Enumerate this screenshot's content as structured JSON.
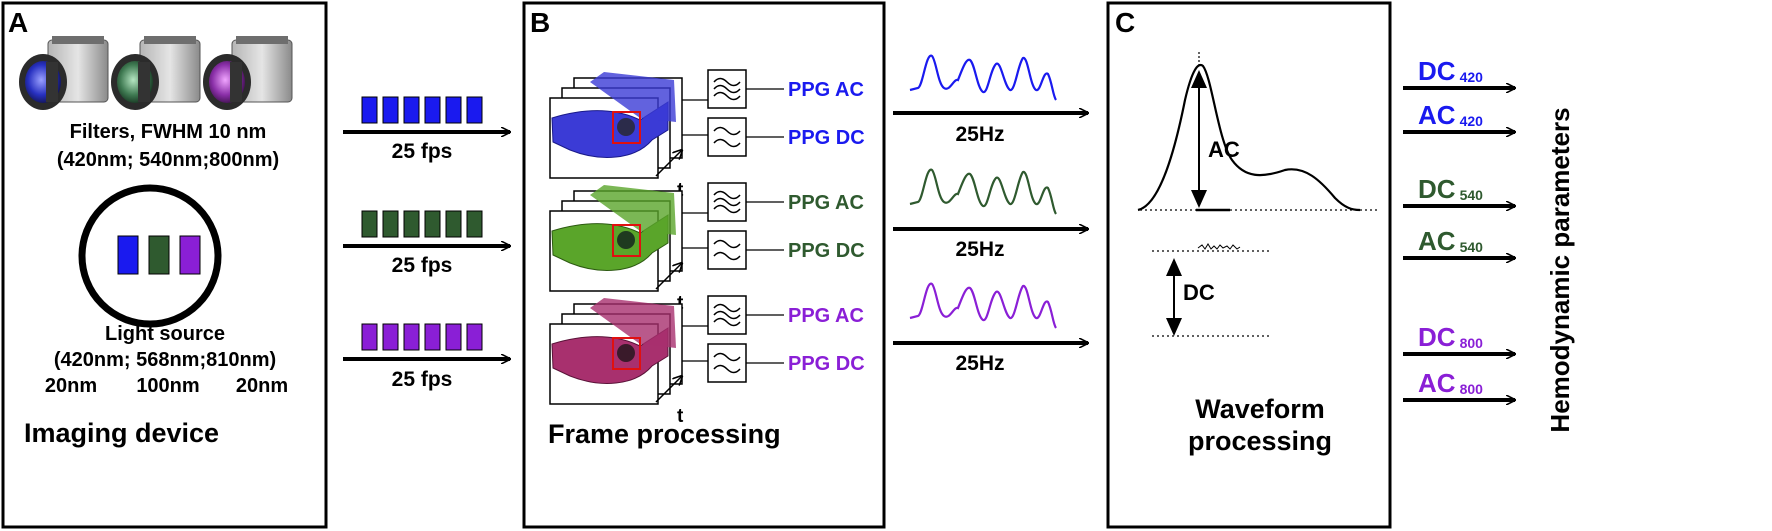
{
  "panel_a": {
    "letter": "A",
    "filters_line1": "Filters, FWHM 10 nm",
    "filters_line2": "(420nm; 540nm;800nm)",
    "light_line1": "Light source",
    "light_line2": "(420nm; 568nm;810nm)",
    "light_bw1": "20nm",
    "light_bw2": "100nm",
    "light_bw3": "20nm",
    "title": "Imaging device"
  },
  "fps_label": "25 fps",
  "panel_b": {
    "letter": "B",
    "t_label": "t",
    "ac_label": "PPG AC",
    "dc_label": "PPG DC",
    "title": "Frame processing"
  },
  "hz_label": "25Hz",
  "panel_c": {
    "letter": "C",
    "ac": "AC",
    "dc": "DC",
    "title_line1": "Waveform",
    "title_line2": "processing"
  },
  "outputs": [
    {
      "main": "DC",
      "sub": "420",
      "color": "#1a1aef"
    },
    {
      "main": "AC",
      "sub": "420",
      "color": "#1a1aef"
    },
    {
      "main": "DC",
      "sub": "540",
      "color": "#2f5a2f"
    },
    {
      "main": "AC",
      "sub": "540",
      "color": "#2f5a2f"
    },
    {
      "main": "DC",
      "sub": "800",
      "color": "#8a1fd6"
    },
    {
      "main": "AC",
      "sub": "800",
      "color": "#8a1fd6"
    }
  ],
  "side_title": "Hemodynamic parameters",
  "colors": {
    "blue": "#1a1aef",
    "green": "#2f5a2f",
    "purple": "#8a1fd6",
    "hand_blue": "#3b3bd6",
    "hand_green": "#5aa52a",
    "hand_purple": "#a8306e"
  }
}
